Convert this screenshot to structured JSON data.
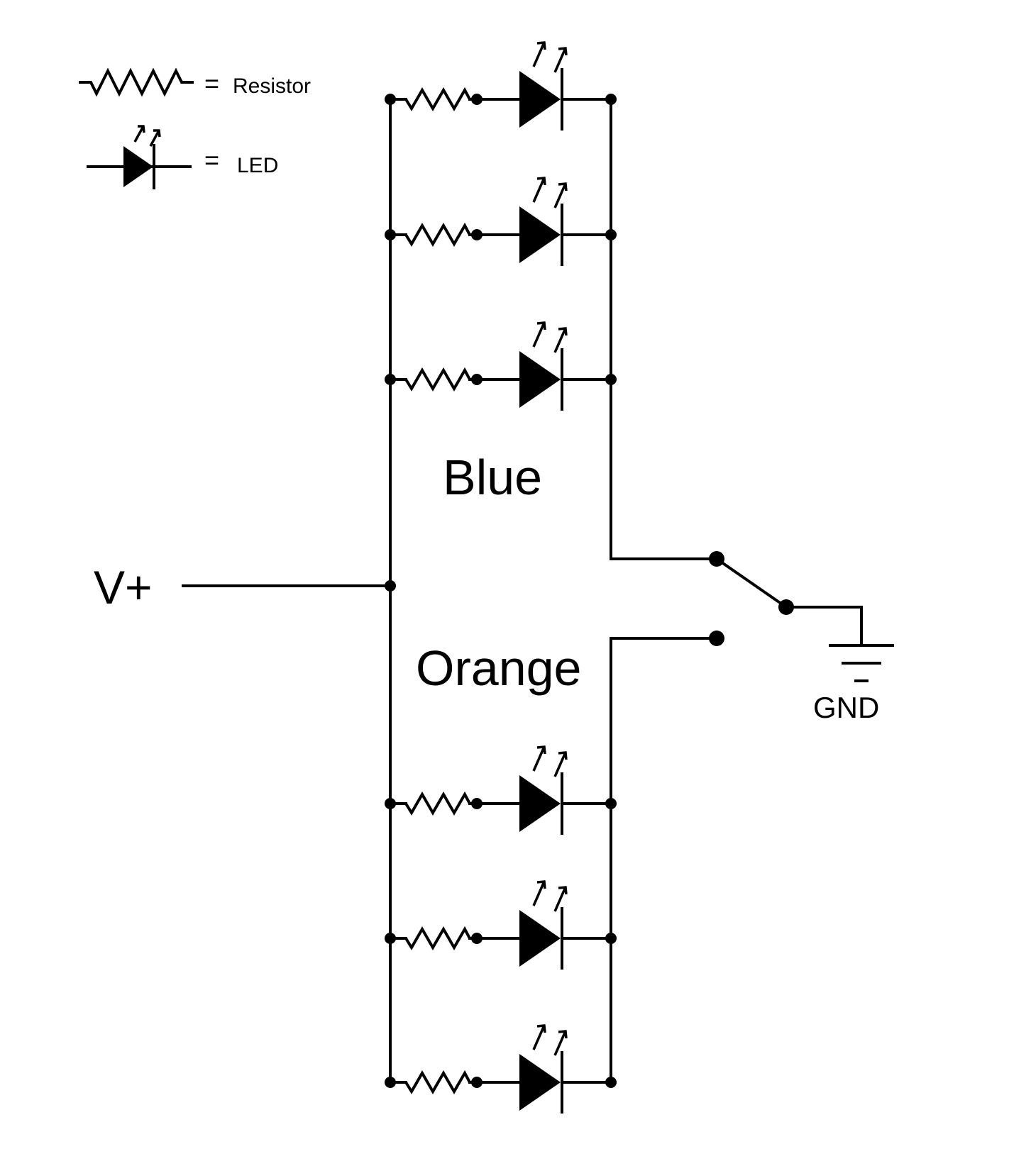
{
  "legend": {
    "resistor_label": "Resistor",
    "led_label": "LED",
    "equals": "="
  },
  "labels": {
    "supply": "V+",
    "group_top": "Blue",
    "group_bottom": "Orange",
    "ground": "GND"
  },
  "groups": [
    {
      "name": "Blue",
      "led_count": 3
    },
    {
      "name": "Orange",
      "led_count": 3
    }
  ],
  "colors": {
    "line": "#000000",
    "background": "#ffffff"
  }
}
